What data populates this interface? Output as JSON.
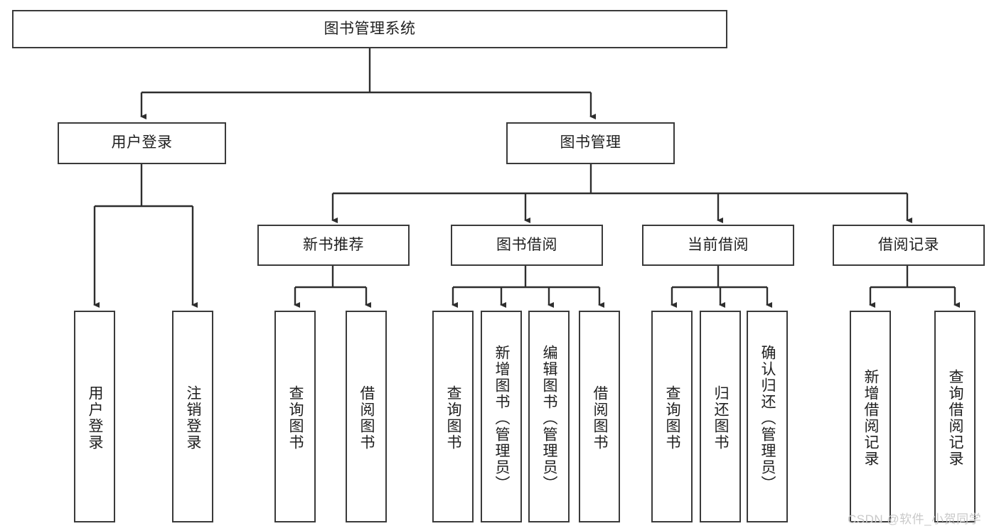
{
  "diagram": {
    "type": "tree-hierarchy-chart",
    "title": "图书管理系统",
    "orientation": "top-down",
    "colors": {
      "box_border": "#3a3a3a",
      "box_fill": "#ffffff",
      "connector": "#2e2e2e",
      "text": "#1f1f1f",
      "watermark": "#c9c9c9",
      "background": "#ffffff"
    },
    "levels": {
      "root": {
        "label": "图书管理系统"
      },
      "level1": [
        {
          "id": "user-login",
          "label": "用户登录"
        },
        {
          "id": "book-manage",
          "label": "图书管理"
        }
      ],
      "level2": [
        {
          "id": "new-book-recommend",
          "label": "新书推荐",
          "parent": "book-manage"
        },
        {
          "id": "book-borrow",
          "label": "图书借阅",
          "parent": "book-manage"
        },
        {
          "id": "current-borrow",
          "label": "当前借阅",
          "parent": "book-manage"
        },
        {
          "id": "borrow-record",
          "label": "借阅记录",
          "parent": "book-manage"
        }
      ],
      "level3": [
        {
          "id": "leaf-user-login",
          "label": "用户登录",
          "parent": "user-login"
        },
        {
          "id": "leaf-logout",
          "label": "注销登录",
          "parent": "user-login"
        },
        {
          "id": "leaf-query-book-1",
          "label": "查询图书",
          "parent": "new-book-recommend"
        },
        {
          "id": "leaf-borrow-book-1",
          "label": "借阅图书",
          "parent": "new-book-recommend"
        },
        {
          "id": "leaf-query-book-2",
          "label": "查询图书",
          "parent": "book-borrow"
        },
        {
          "id": "leaf-add-book",
          "label": "新增图书（管理员）",
          "parent": "book-borrow"
        },
        {
          "id": "leaf-edit-book",
          "label": "编辑图书（管理员）",
          "parent": "book-borrow"
        },
        {
          "id": "leaf-borrow-book-2",
          "label": "借阅图书",
          "parent": "book-borrow"
        },
        {
          "id": "leaf-query-book-3",
          "label": "查询图书",
          "parent": "current-borrow"
        },
        {
          "id": "leaf-return-book",
          "label": "归还图书",
          "parent": "current-borrow"
        },
        {
          "id": "leaf-confirm-return",
          "label": "确认归还（管理员）",
          "parent": "current-borrow"
        },
        {
          "id": "leaf-add-record",
          "label": "新增借阅记录",
          "parent": "borrow-record"
        },
        {
          "id": "leaf-query-record",
          "label": "查询借阅记录",
          "parent": "borrow-record"
        }
      ]
    }
  },
  "watermark": {
    "text": "CSDN @软件_小贺同学"
  }
}
